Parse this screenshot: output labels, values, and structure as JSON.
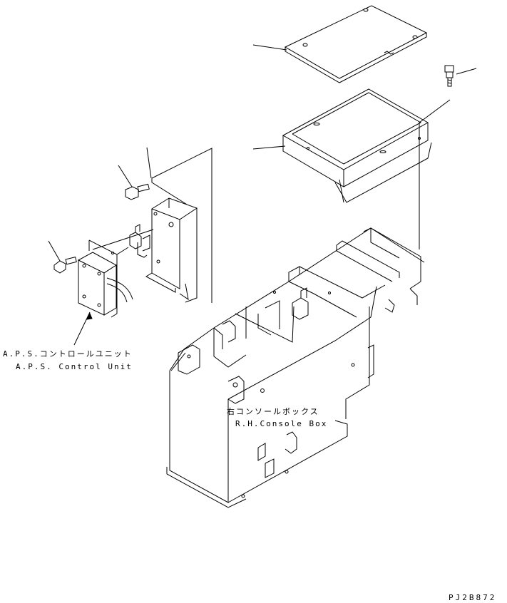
{
  "labels": {
    "aps_jp": "A.P.S.コントロールユニット",
    "aps_en": "A.P.S. Control Unit",
    "console_jp": "右コンソールボックス",
    "console_en": "R.H.Console Box",
    "drawing_code": "PJ2B872"
  },
  "parts": [
    {
      "name": "top-cover-plate"
    },
    {
      "name": "tray-box"
    },
    {
      "name": "screw"
    },
    {
      "name": "mounting-bracket"
    },
    {
      "name": "bracket-bolt"
    },
    {
      "name": "aps-control-unit"
    },
    {
      "name": "unit-bolt"
    },
    {
      "name": "rh-console-box"
    }
  ]
}
